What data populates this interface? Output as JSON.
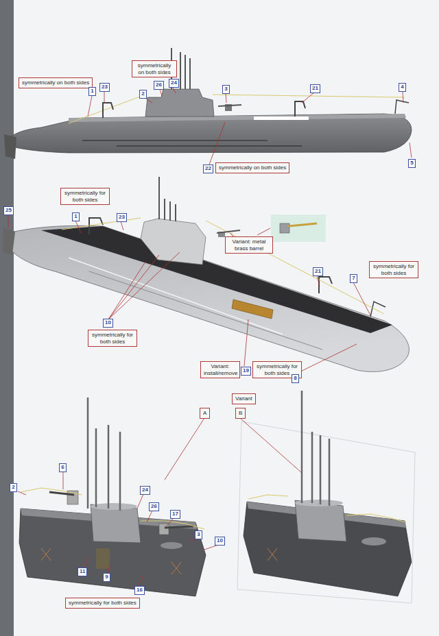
{
  "diagram": {
    "nodes": [
      {
        "text": [
          "symmetrically on both sides"
        ]
      },
      {
        "text": [
          "1"
        ]
      },
      {
        "text": [
          "23"
        ]
      },
      {
        "text": [
          "symmetrically on both sides"
        ]
      },
      {
        "text": [
          "2"
        ]
      },
      {
        "text": [
          "26"
        ]
      },
      {
        "text": [
          "24"
        ]
      },
      {
        "text": [
          "3"
        ]
      },
      {
        "text": [
          "21"
        ]
      },
      {
        "text": [
          "4"
        ]
      },
      {
        "text": [
          "5"
        ]
      },
      {
        "text": [
          "22"
        ]
      },
      {
        "text": [
          "symmetrically on both sides"
        ]
      },
      {
        "text": [
          "symmetrically for both sides"
        ]
      },
      {
        "text": [
          "1"
        ]
      },
      {
        "text": [
          "23"
        ]
      },
      {
        "text": [
          "25"
        ]
      },
      {
        "text": [
          "Variant: metal brass barrel"
        ]
      },
      {
        "text": [
          "21"
        ]
      },
      {
        "text": [
          "7"
        ]
      },
      {
        "text": [
          "symmetrically for both sides"
        ]
      },
      {
        "text": [
          "10"
        ]
      },
      {
        "text": [
          "symmetrically for both sides"
        ]
      },
      {
        "text": [
          "Variant: install/remove"
        ]
      },
      {
        "text": [
          "19"
        ]
      },
      {
        "text": [
          "symmetrically for both sides"
        ]
      },
      {
        "text": [
          "8"
        ]
      },
      {
        "text": [
          "Variant"
        ]
      },
      {
        "text": [
          "A"
        ]
      },
      {
        "text": [
          "B"
        ]
      },
      {
        "text": [
          "6"
        ]
      },
      {
        "text": [
          "2"
        ]
      },
      {
        "text": [
          "24"
        ]
      },
      {
        "text": [
          "26"
        ]
      },
      {
        "text": [
          "17"
        ]
      },
      {
        "text": [
          "3"
        ]
      },
      {
        "text": [
          "10"
        ]
      },
      {
        "text": [
          "11"
        ]
      },
      {
        "text": [
          "9"
        ]
      },
      {
        "text": [
          "16"
        ]
      },
      {
        "text": [
          "symmetrically for both sides"
        ]
      }
    ]
  }
}
